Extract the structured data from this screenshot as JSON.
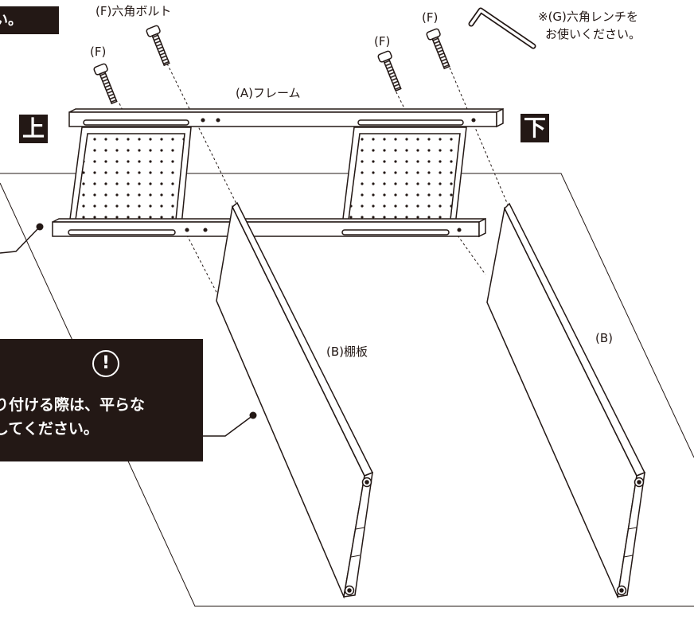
{
  "labels": {
    "top_note": "い。",
    "bolt_name": "(F)六角ボルト",
    "bolt_f": "(F)",
    "frame": "(A)フレーム",
    "shelf": "(B)棚板",
    "shelf_short": "(B)",
    "wrench_note_line1": "※(G)六角レンチを",
    "wrench_note_line2": "お使いください。",
    "tag_top": "上",
    "tag_bottom": "下"
  },
  "warning": {
    "icon": "exclamation-circle-icon",
    "mark": "!",
    "line1": "り付ける際は、平らな",
    "line2": "してください。"
  },
  "colors": {
    "ink": "#231815",
    "paper": "#ffffff"
  }
}
